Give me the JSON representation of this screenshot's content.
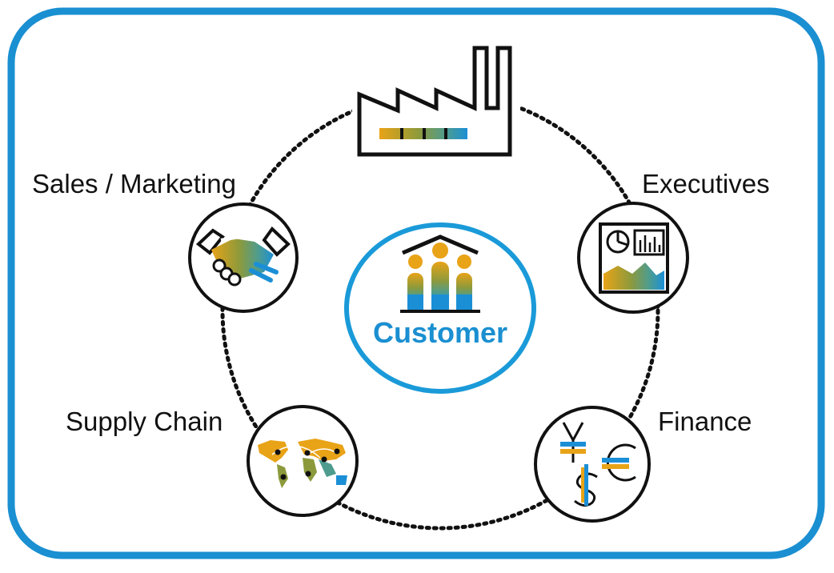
{
  "diagram": {
    "center": {
      "label": "Customer"
    },
    "nodes": [
      {
        "id": "sales",
        "label": "Sales / Marketing",
        "icon": "handshake-icon"
      },
      {
        "id": "executives",
        "label": "Executives",
        "icon": "dashboard-chart-icon"
      },
      {
        "id": "finance",
        "label": "Finance",
        "icon": "currency-icon"
      },
      {
        "id": "supply",
        "label": "Supply Chain",
        "icon": "world-map-icon"
      },
      {
        "id": "factory",
        "label": "",
        "icon": "factory-icon"
      }
    ]
  },
  "colors": {
    "frame": "#1a8fd1",
    "center_ring": "#1a9ad8",
    "center_text": "#1a8fd1",
    "orange": "#e8a317",
    "olive": "#8d9a3c",
    "teal": "#4e9c8e",
    "blue": "#1b8fd6",
    "ink": "#111111"
  }
}
